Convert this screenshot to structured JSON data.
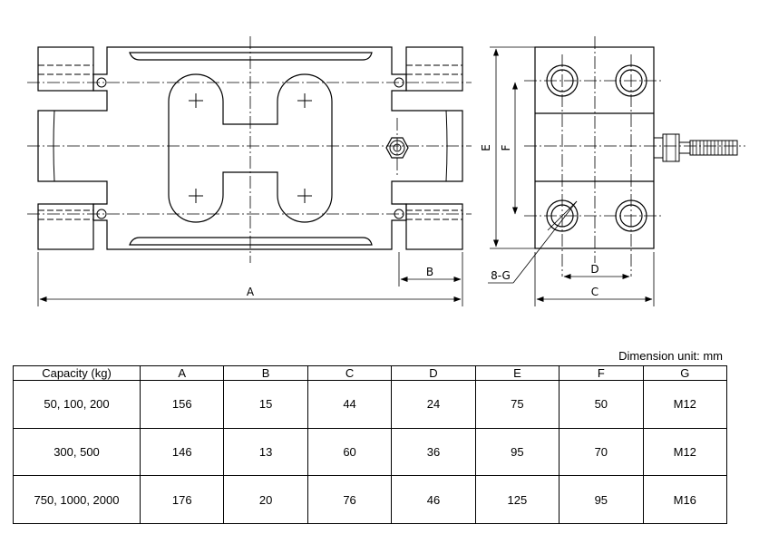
{
  "drawing": {
    "labels": {
      "A": "A",
      "B": "B",
      "C": "C",
      "D": "D",
      "E": "E",
      "F": "F",
      "G": "8-G"
    }
  },
  "unit_note": "Dimension unit: mm",
  "table": {
    "headers": [
      "Capacity (kg)",
      "A",
      "B",
      "C",
      "D",
      "E",
      "F",
      "G"
    ],
    "rows": [
      [
        "50, 100, 200",
        "156",
        "15",
        "44",
        "24",
        "75",
        "50",
        "M12"
      ],
      [
        "300, 500",
        "146",
        "13",
        "60",
        "36",
        "95",
        "70",
        "M12"
      ],
      [
        "750, 1000, 2000",
        "176",
        "20",
        "76",
        "46",
        "125",
        "95",
        "M16"
      ]
    ]
  }
}
